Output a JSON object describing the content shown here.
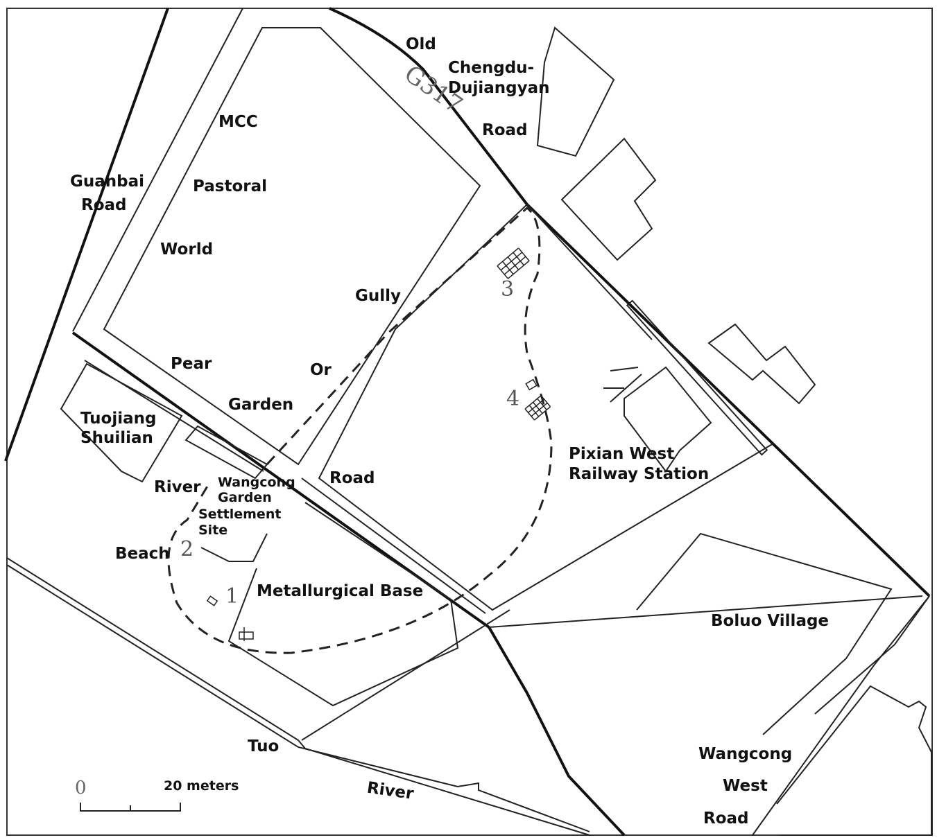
{
  "map": {
    "road_code": "G317",
    "labels": {
      "old_road_1": "Old",
      "old_road_2": "Chengdu-",
      "old_road_3": "Dujiangyan",
      "old_road_4": "Road",
      "mcc_1": "MCC",
      "mcc_2": "Pastoral",
      "mcc_3": "World",
      "guanbai_1": "Guanbai",
      "guanbai_2": "Road",
      "gully": "Gully",
      "or": "Or",
      "pear": "Pear",
      "garden": "Garden",
      "road_pgr": "Road",
      "tuojiang_1": "Tuojiang",
      "tuojiang_2": "Shuilian",
      "river_beach_1": "River",
      "river_beach_2": "Beach",
      "site_1": "Wangcong",
      "site_2": "Garden",
      "site_3": "Settlement",
      "site_4": "Site",
      "metallurgical": "Metallurgical Base",
      "pixian_1": "Pixian West",
      "pixian_2": "Railway Station",
      "boluo": "Boluo Village",
      "wangcong_west_1": "Wangcong",
      "wangcong_west_2": "West",
      "wangcong_west_3": "Road",
      "tuo": "Tuo",
      "river": "River"
    },
    "locations": [
      "1",
      "2",
      "3",
      "4"
    ],
    "scale": {
      "zero": "0",
      "label": "20 meters"
    }
  }
}
